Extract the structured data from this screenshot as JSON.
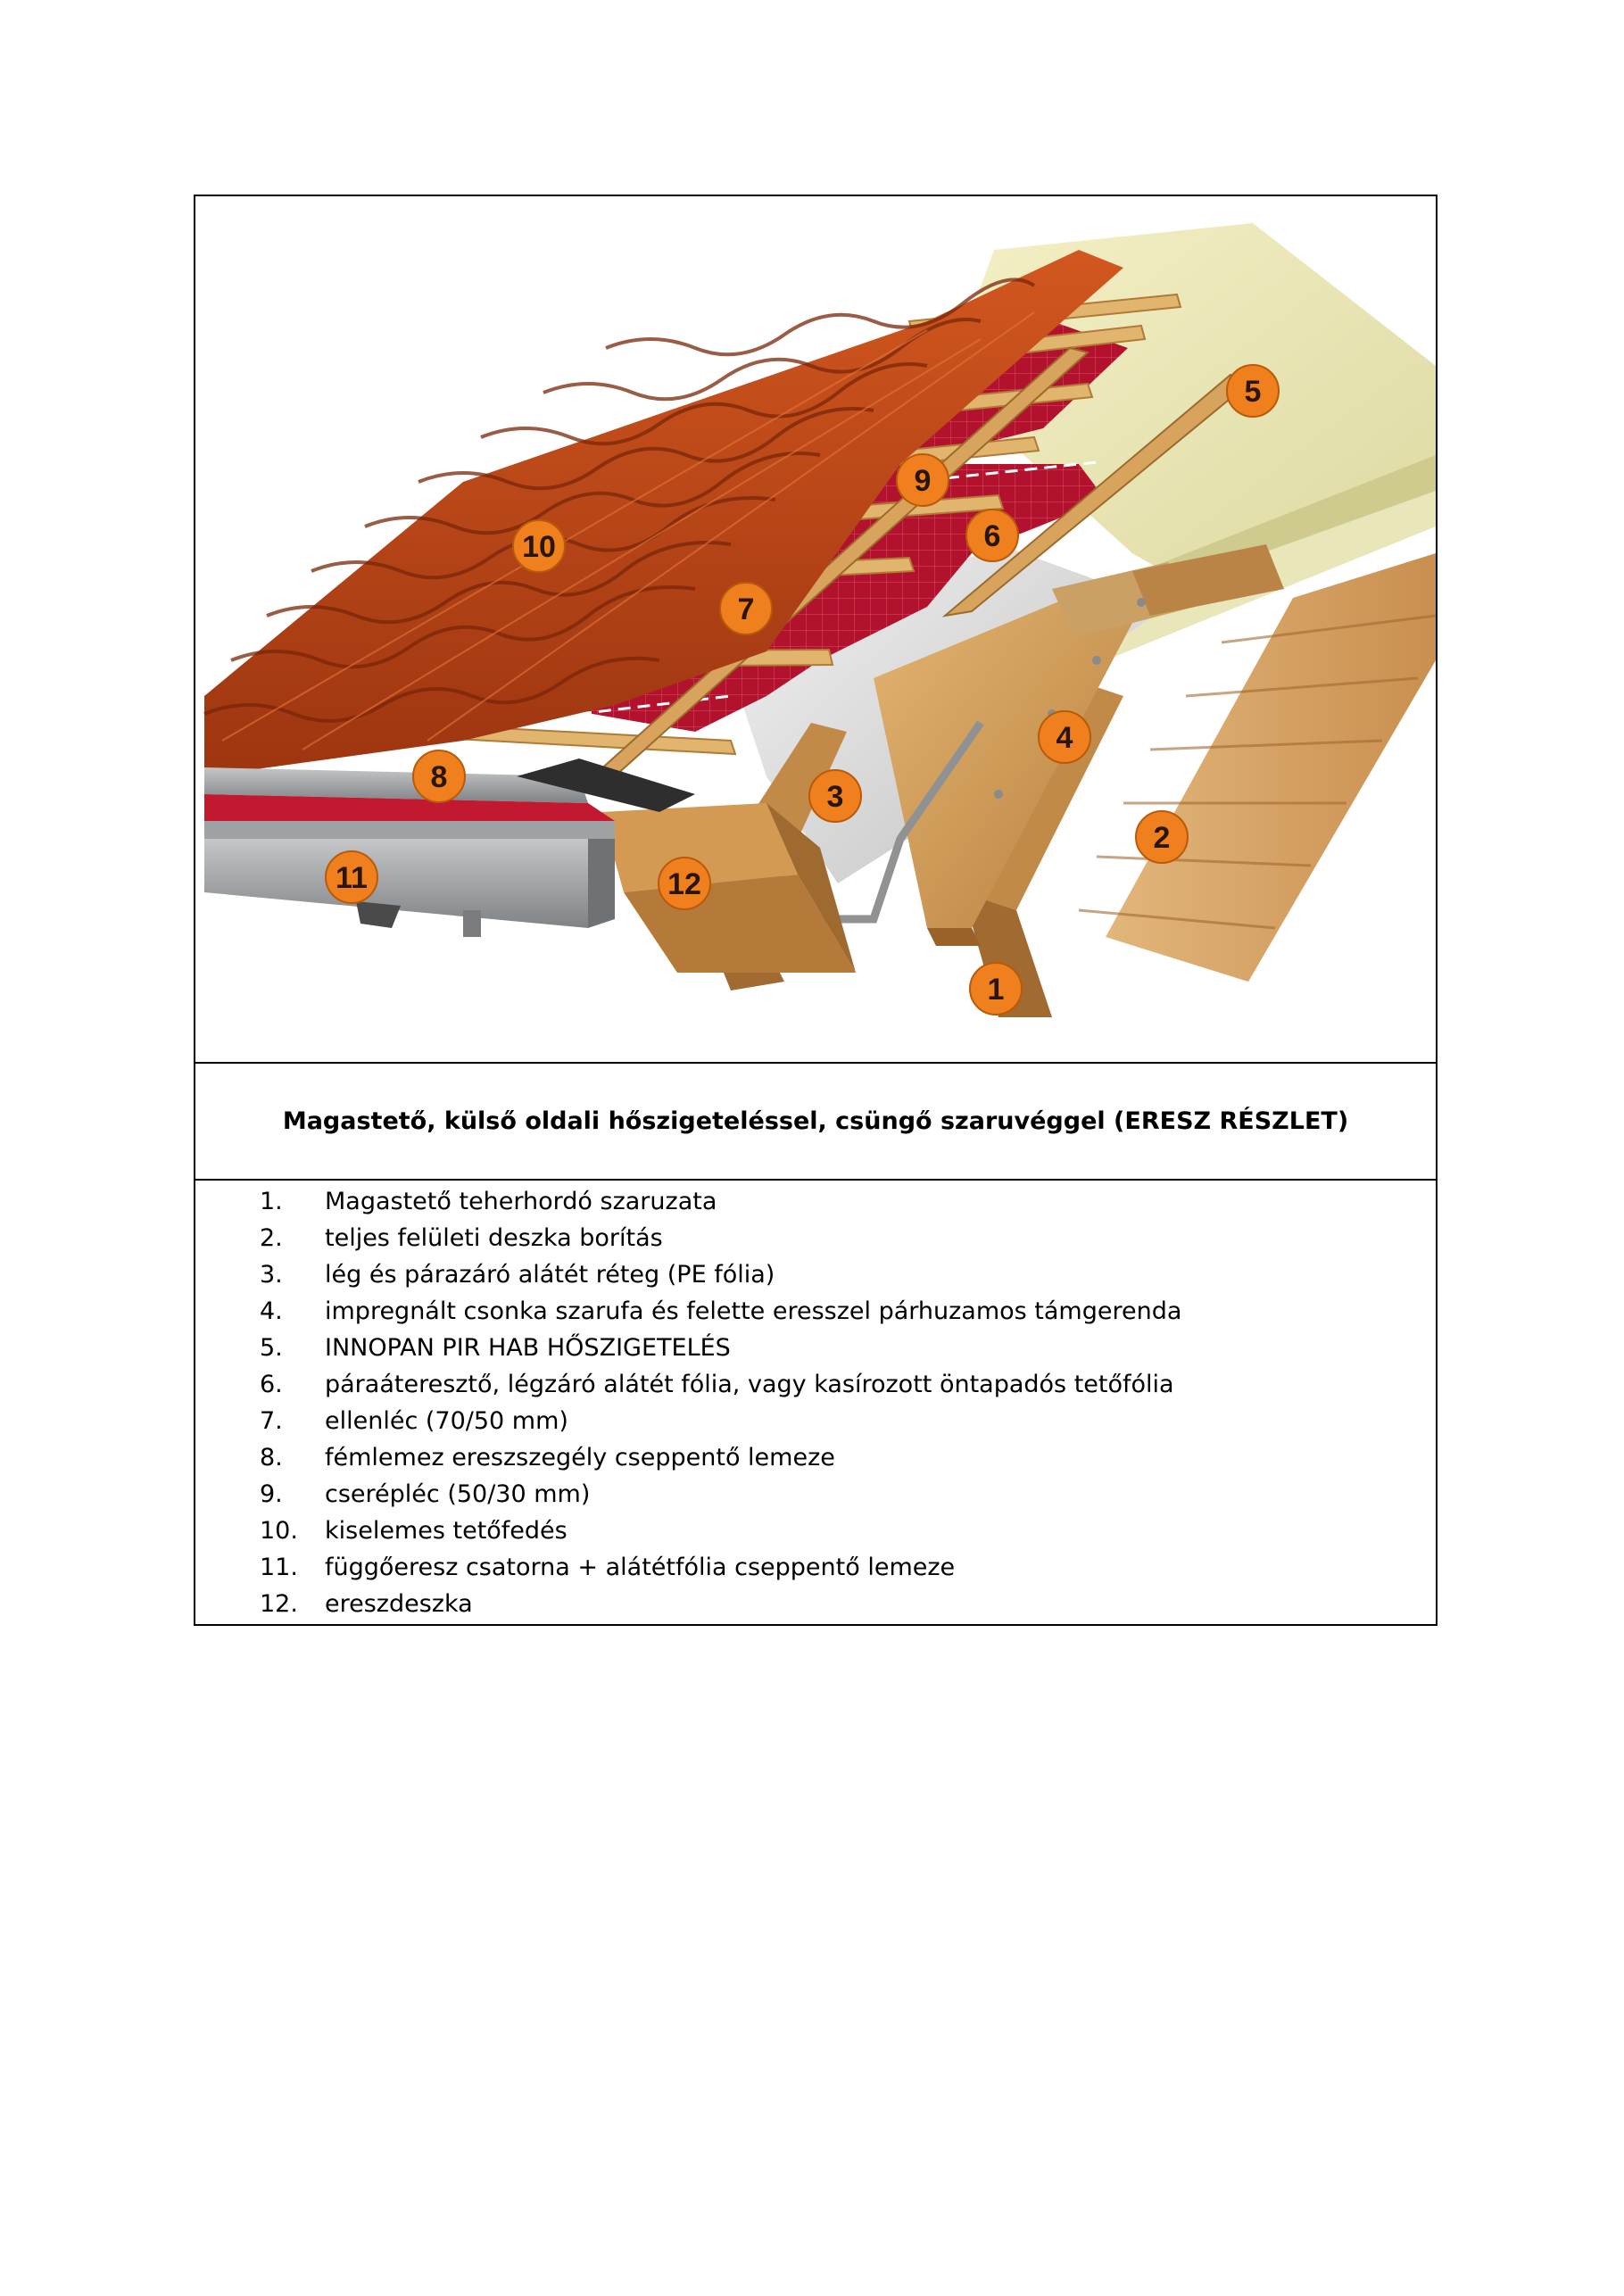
{
  "figure": {
    "badges": [
      {
        "id": "1",
        "label": "1"
      },
      {
        "id": "2",
        "label": "2"
      },
      {
        "id": "3",
        "label": "3"
      },
      {
        "id": "4",
        "label": "4"
      },
      {
        "id": "5",
        "label": "5"
      },
      {
        "id": "6",
        "label": "6"
      },
      {
        "id": "7",
        "label": "7"
      },
      {
        "id": "8",
        "label": "8"
      },
      {
        "id": "9",
        "label": "9"
      },
      {
        "id": "10",
        "label": "10"
      },
      {
        "id": "11",
        "label": "11"
      },
      {
        "id": "12",
        "label": "12"
      }
    ],
    "colors": {
      "tile": "#c2461a",
      "membrane_red": "#b3122e",
      "insulation": "#ece9b6",
      "wood": "#d9a766",
      "pe_foil": "#d8d8d8",
      "metal": "#a4a6a8",
      "badge": "#f0801e"
    }
  },
  "title": "Magastető, külső oldali hőszigeteléssel, csüngő szaruvéggel (ERESZ RÉSZLET)",
  "legend": [
    {
      "num": "1.",
      "text": "Magastető teherhordó szaruzata"
    },
    {
      "num": "2.",
      "text": "teljes felületi deszka borítás"
    },
    {
      "num": "3.",
      "text": "lég és párazáró alátét réteg (PE fólia)"
    },
    {
      "num": "4.",
      "text": "impregnált csonka szarufa és felette eresszel párhuzamos támgerenda"
    },
    {
      "num": "5.",
      "text": "INNOPAN PIR HAB HŐSZIGETELÉS"
    },
    {
      "num": "6.",
      "text": "páraáteresztő, légzáró alátét fólia, vagy kasírozott öntapadós tetőfólia"
    },
    {
      "num": "7.",
      "text": "ellenléc (70/50 mm)"
    },
    {
      "num": "8.",
      "text": "fémlemez ereszszegély cseppentő lemeze"
    },
    {
      "num": "9.",
      "text": "cserépléc (50/30 mm)"
    },
    {
      "num": "10.",
      "text": "kiselemes tetőfedés"
    },
    {
      "num": "11.",
      "text": "függőeresz csatorna + alátétfólia cseppentő lemeze"
    },
    {
      "num": "12.",
      "text": "ereszdeszka"
    }
  ]
}
